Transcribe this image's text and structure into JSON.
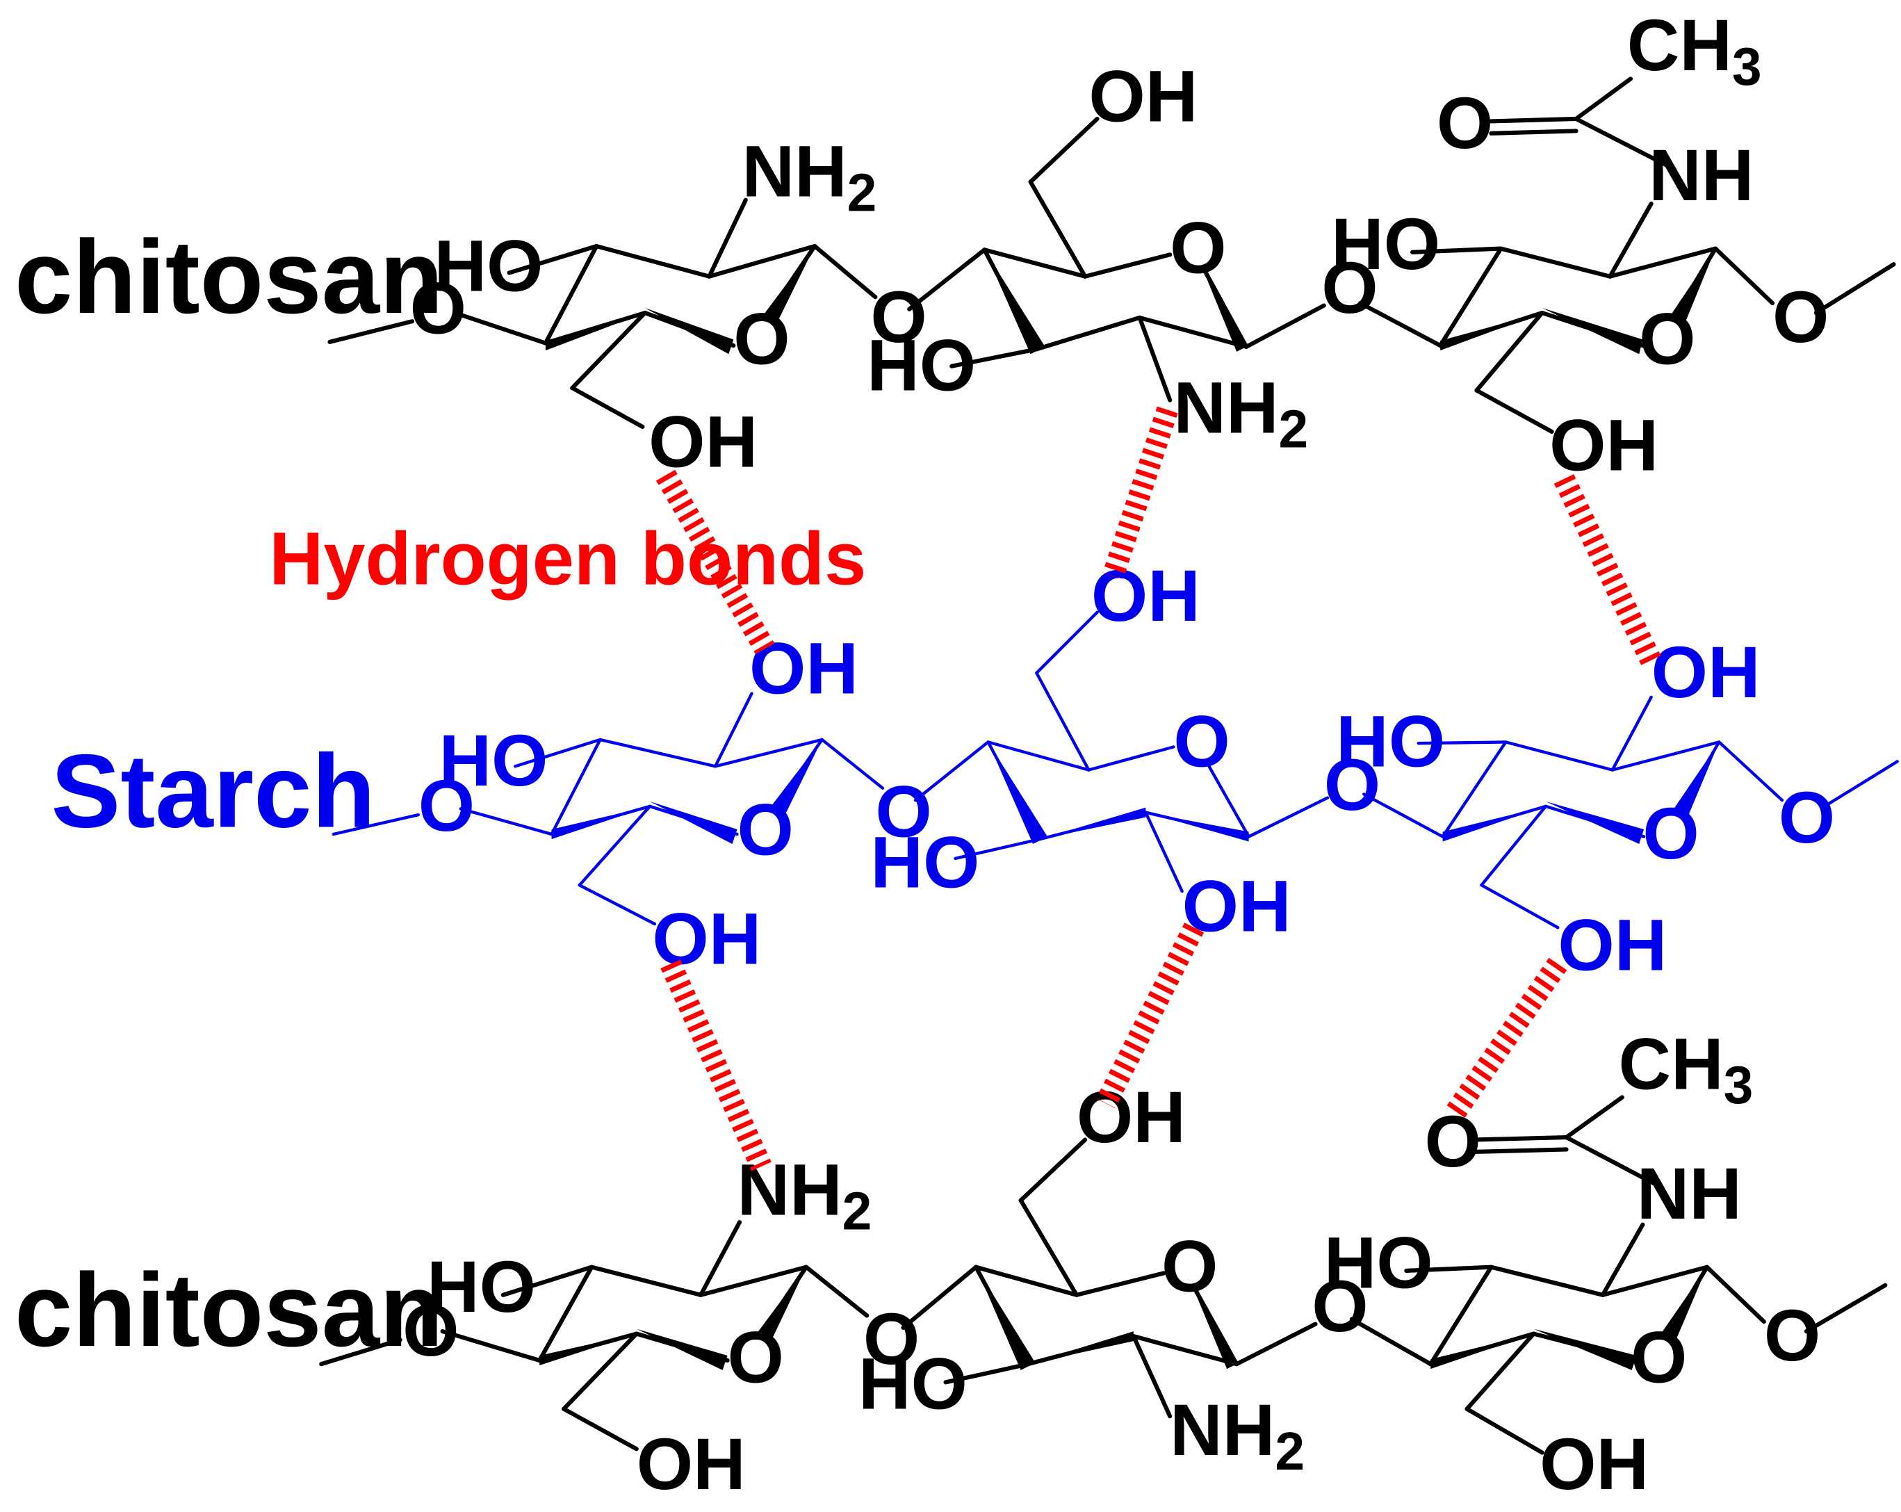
{
  "labels": {
    "chitosan_top": "chitosan",
    "starch": "Starch",
    "chitosan_bottom": "chitosan",
    "hydrogen_bonds": "Hydrogen bonds"
  },
  "atoms": {
    "O": "O",
    "OH": "OH",
    "HO": "HO",
    "NH2": "NH",
    "NH2_sub": "2",
    "NH": "NH",
    "CH3": "CH",
    "CH3_sub": "3"
  },
  "colors": {
    "chitosan": "#000000",
    "starch": "#0000ee",
    "hydrogen_bond": "#ff0000"
  }
}
